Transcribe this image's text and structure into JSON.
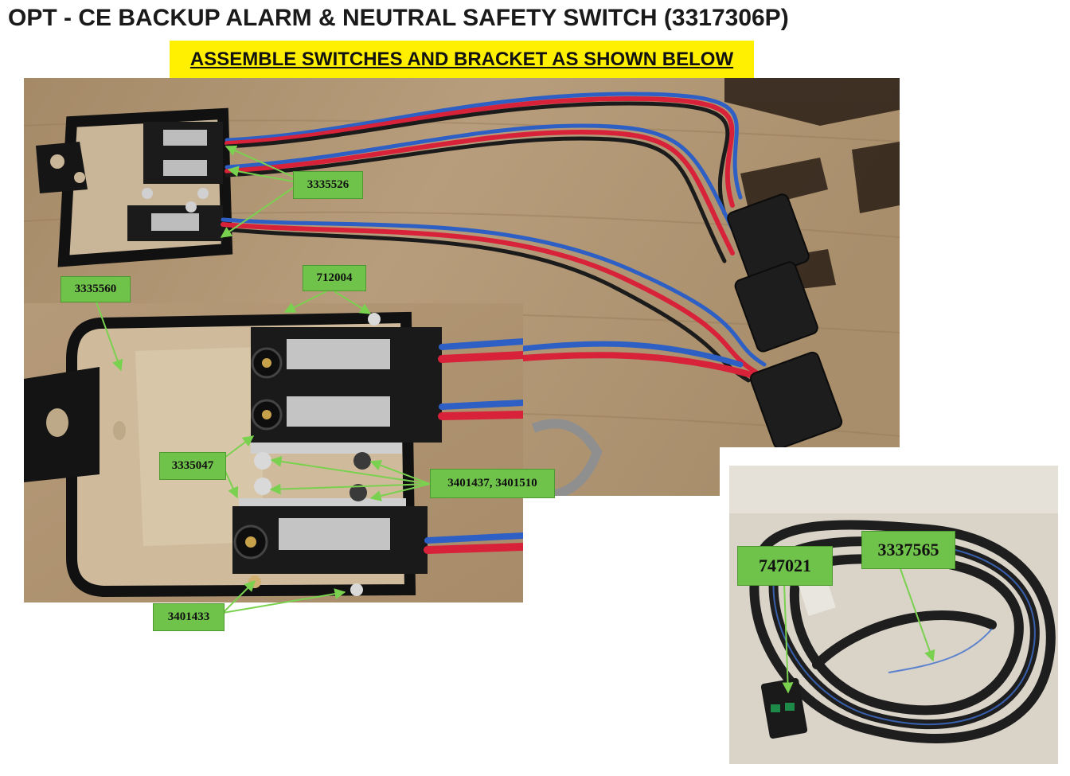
{
  "title": "OPT - CE BACKUP ALARM & NEUTRAL SAFETY SWITCH (3317306P)",
  "instruction": "ASSEMBLE SWITCHES AND BRACKET AS SHOWN BELOW",
  "colors": {
    "banner": "#ffef00",
    "callout": "#6fc24a",
    "leader": "#7ad14f",
    "wire_red": "#d8223a",
    "wire_blue": "#2e5fc4",
    "wire_black": "#1b1b1b"
  },
  "callouts": {
    "c3335526": "3335526",
    "c712004": "712004",
    "c3335560": "3335560",
    "c3335047": "3335047",
    "c3401437": "3401437, 3401510",
    "c3401433": "3401433",
    "c747021": "747021",
    "c3337565": "3337565"
  }
}
